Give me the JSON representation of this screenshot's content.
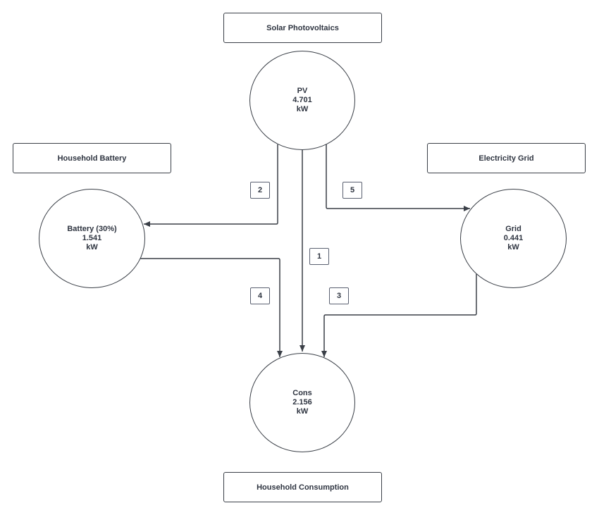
{
  "labels": {
    "pv": "Solar Photovoltaics",
    "battery": "Household Battery",
    "grid": "Electricity Grid",
    "consumption": "Household Consumption"
  },
  "nodes": {
    "pv": {
      "name": "PV",
      "value": "4.701",
      "unit": "kW"
    },
    "battery": {
      "name": "Battery (30%)",
      "value": "1.541",
      "unit": "kW"
    },
    "grid": {
      "name": "Grid",
      "value": "0.441",
      "unit": "kW"
    },
    "cons": {
      "name": "Cons",
      "value": "2.156",
      "unit": "kW"
    }
  },
  "flows": {
    "pv_to_cons": "1",
    "pv_to_battery": "2",
    "grid_to_cons": "3",
    "battery_to_cons": "4",
    "pv_to_grid": "5"
  },
  "colors": {
    "stroke": "#3a3f47",
    "text": "#2e3440",
    "background": "#ffffff"
  }
}
